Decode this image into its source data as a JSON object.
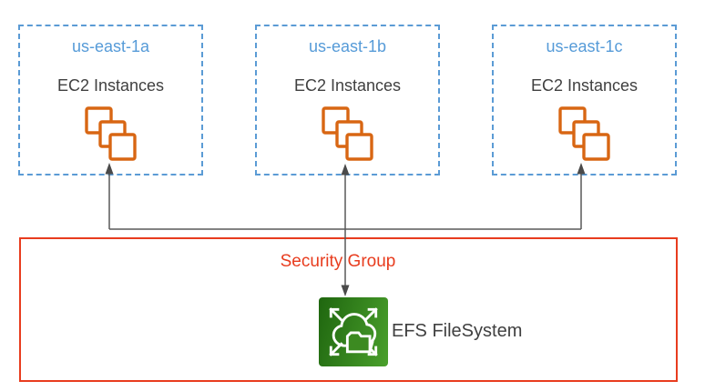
{
  "zones": [
    {
      "name": "us-east-1a",
      "resource": "EC2 Instances"
    },
    {
      "name": "us-east-1b",
      "resource": "EC2 Instances"
    },
    {
      "name": "us-east-1c",
      "resource": "EC2 Instances"
    }
  ],
  "security_group": {
    "label": "Security Group"
  },
  "efs": {
    "label": "EFS FileSystem"
  },
  "icons": {
    "ec2": "ec2-instances-icon",
    "efs": "efs-filesystem-icon",
    "connector": "connector-arrow"
  },
  "colors": {
    "zone_border_blue": "#5B9BD5",
    "zone_title_blue": "#569BD8",
    "ec2_orange": "#D86613",
    "security_group_red": "#E83C1E",
    "efs_green_dark": "#1F660F",
    "efs_green_light": "#4AA02C",
    "connector_gray": "#595959",
    "label_gray": "#404040"
  }
}
